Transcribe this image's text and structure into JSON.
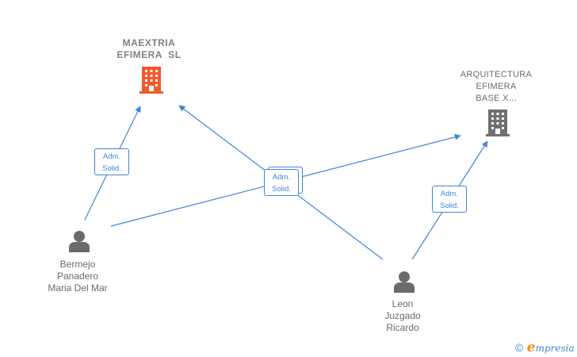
{
  "colors": {
    "edge": "#3f87d6",
    "main_company_icon": "#f2592a",
    "company_icon": "#707070",
    "person_icon": "#6b6b6b",
    "brand_e": "#f08a1c"
  },
  "icons": {
    "main_company": "building-icon",
    "company": "building-icon",
    "person": "person-icon"
  },
  "companies": {
    "main": {
      "line1": "MAEXTRIA",
      "line2": "EFIMERA  SL"
    },
    "other": {
      "line1": "ARQUITECTURA",
      "line2": "EFIMERA",
      "line3": "BASE X..."
    }
  },
  "persons": {
    "p1": {
      "line1": "Bermejo",
      "line2": "Panadero",
      "line3": "Maria Del Mar"
    },
    "p2": {
      "line1": "Leon",
      "line2": "Juzgado",
      "line3": "Ricardo"
    }
  },
  "relations": {
    "left": {
      "line1": "Adm.",
      "line2": "Solid."
    },
    "center": {
      "line1": "Adm.",
      "line2": "Solid."
    },
    "right": {
      "line1": "Adm.",
      "line2": "Solid."
    }
  },
  "brand": {
    "copyright": "©",
    "initial": "e",
    "rest": "mpresia"
  }
}
